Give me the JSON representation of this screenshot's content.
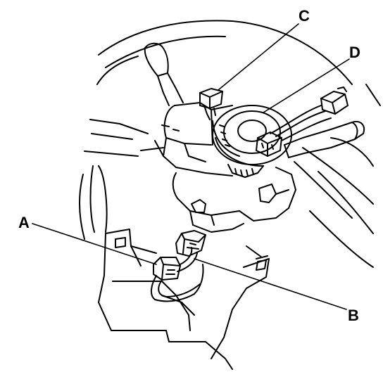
{
  "callouts": {
    "a": "A",
    "b": "B",
    "c": "C",
    "d": "D"
  },
  "colors": {
    "ink": "#000000",
    "paper": "#ffffff"
  }
}
